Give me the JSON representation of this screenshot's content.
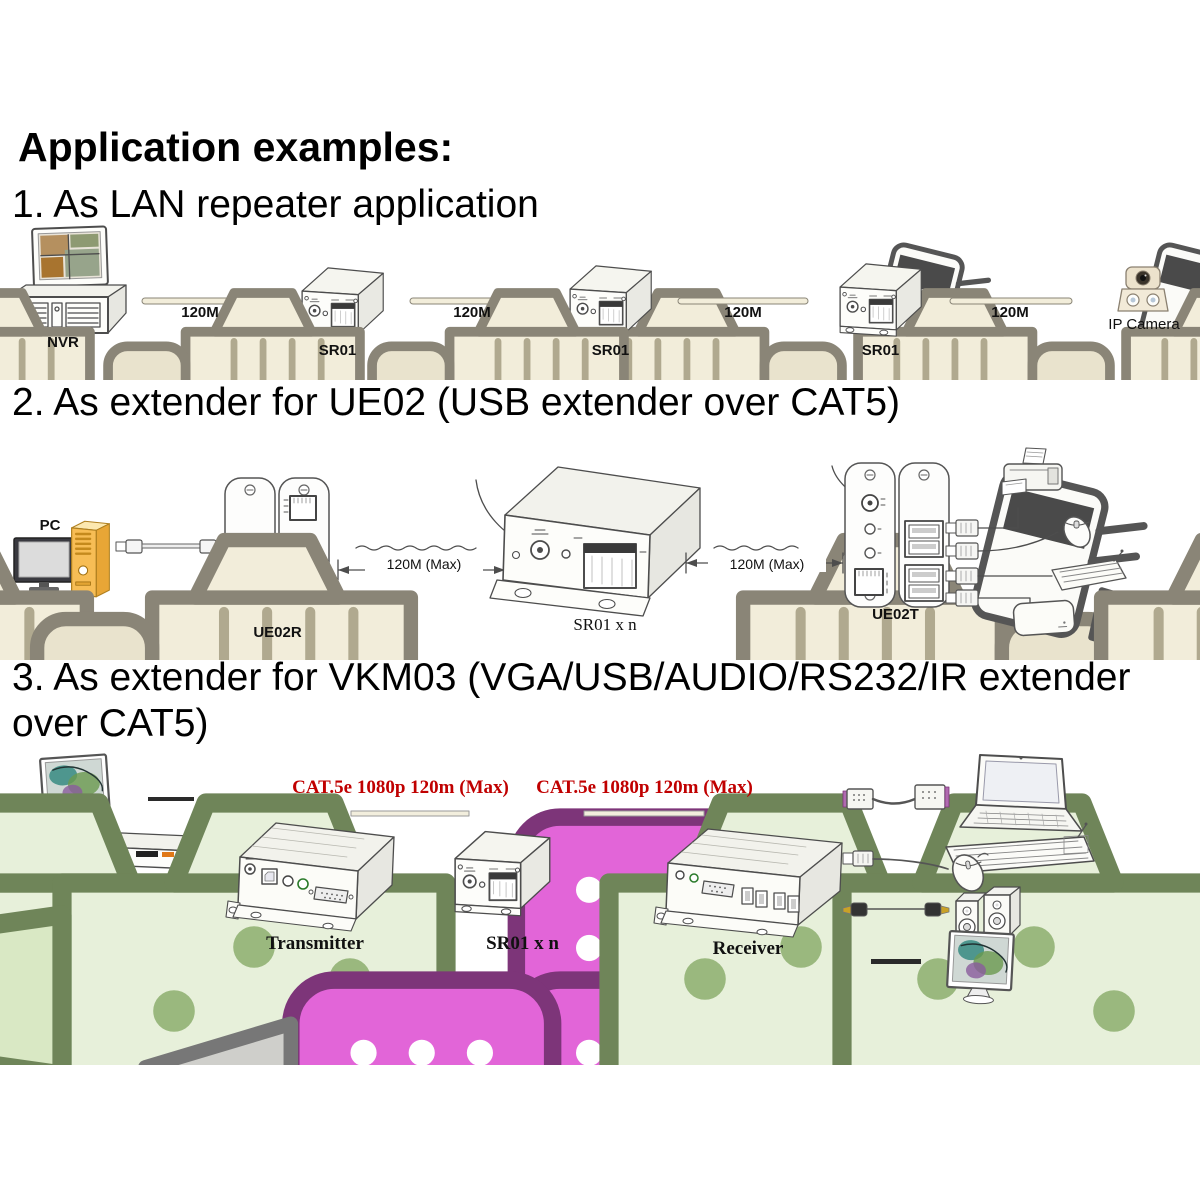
{
  "title": "Application examples:",
  "sections": {
    "s1": {
      "heading": "1. As LAN repeater application",
      "labels": {
        "nvr": "NVR",
        "sr01": "SR01",
        "distance": "120M",
        "ip_camera": "IP Camera"
      }
    },
    "s2": {
      "heading": "2. As extender for UE02 (USB extender over CAT5)",
      "labels": {
        "pc": "PC",
        "ue02r": "UE02R",
        "distance": "120M (Max)",
        "sr01n": "SR01 x n",
        "ue02t": "UE02T"
      }
    },
    "s3": {
      "heading": "3. As extender for VKM03 (VGA/USB/AUDIO/RS232/IR extender over CAT5)",
      "labels": {
        "cat5": "CAT.5e 1080p 120m (Max)",
        "transmitter": "Transmitter",
        "sr01n": "SR01 x n",
        "receiver": "Receiver"
      }
    }
  },
  "colors": {
    "heading_text": "#000000",
    "red_label": "#c00000",
    "tower_orange": "#f7bd55",
    "vga_magenta": "#e265d8"
  }
}
